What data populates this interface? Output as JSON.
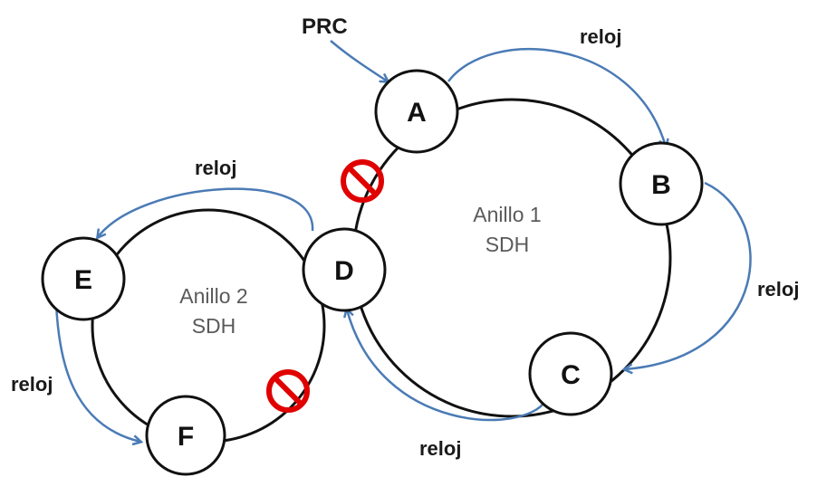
{
  "source_label": "PRC",
  "nodes": {
    "a": "A",
    "b": "B",
    "c": "C",
    "d": "D",
    "e": "E",
    "f": "F"
  },
  "rings": {
    "ring1": {
      "name": "Anillo 1",
      "type": "SDH"
    },
    "ring2": {
      "name": "Anillo 2",
      "type": "SDH"
    }
  },
  "clock_label": "reloj",
  "colors": {
    "arrow": "#4a7bb5",
    "failure": "#e00000",
    "line": "#111111",
    "ring_text": "#5a5a5a"
  }
}
